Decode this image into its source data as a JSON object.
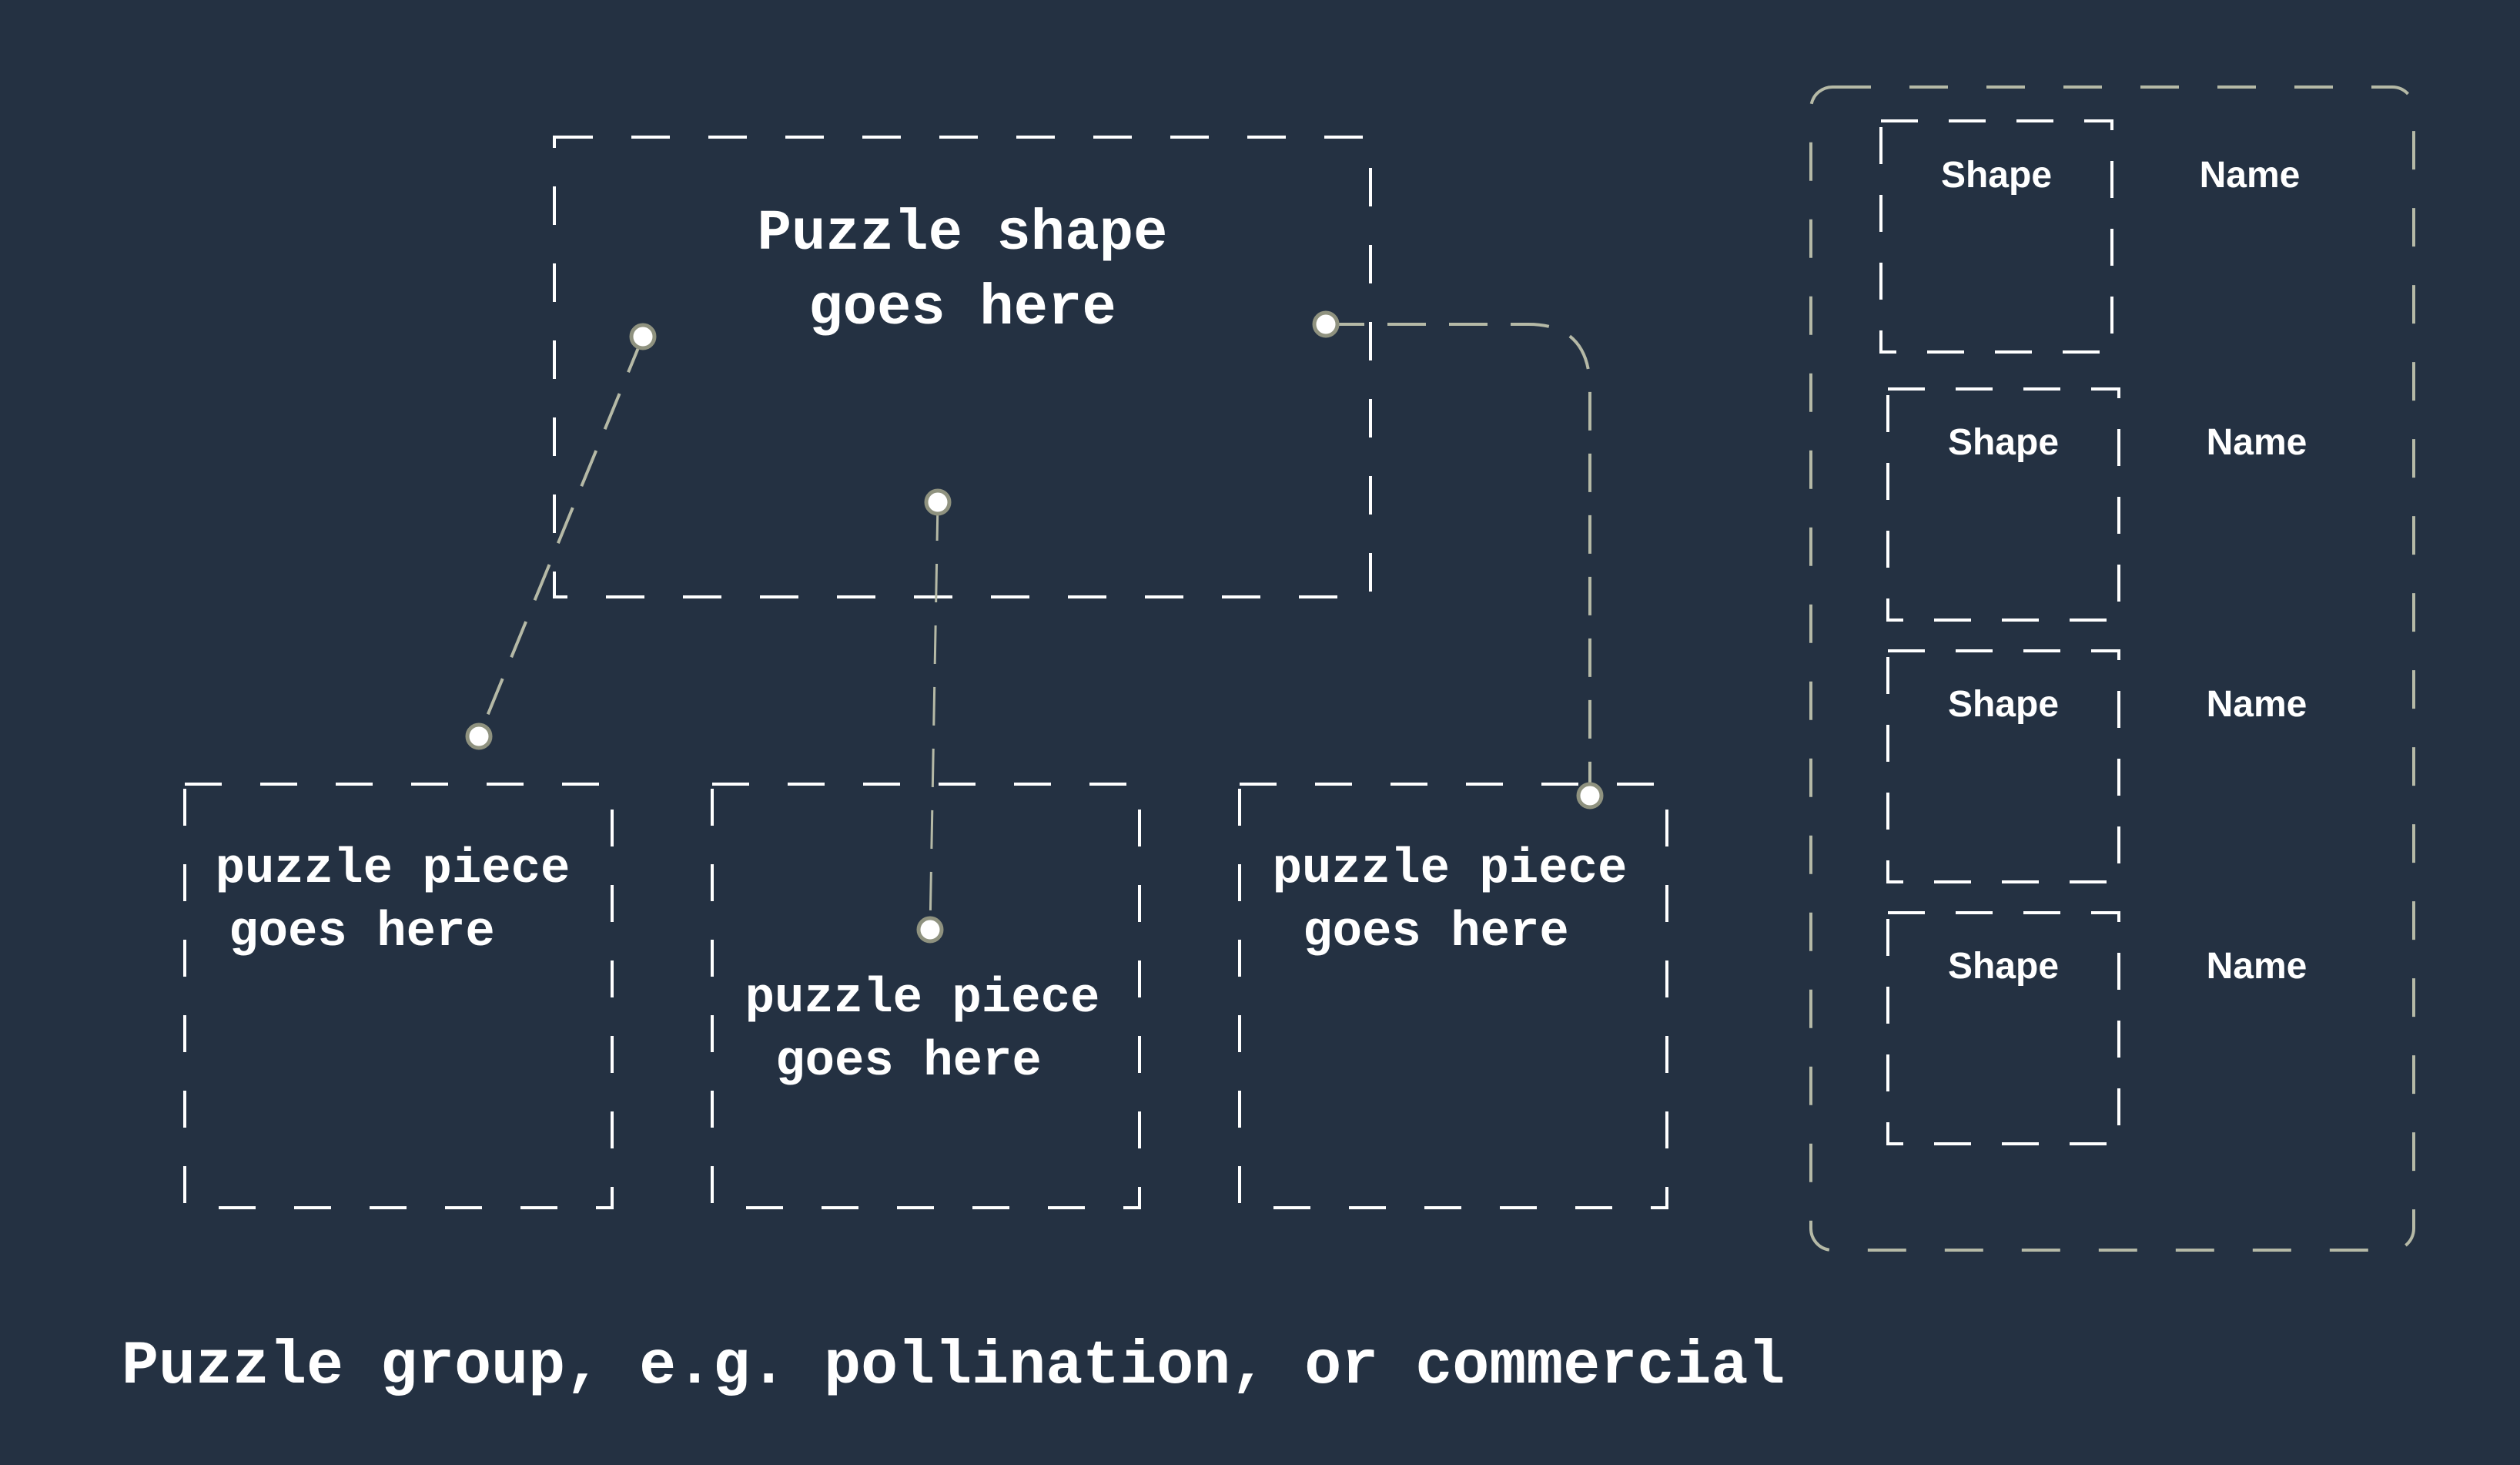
{
  "colors": {
    "background": "#243142",
    "dashed_white": "#ffffff",
    "dashed_gray": "#b5b9a6",
    "text": "#ffffff",
    "node_fill": "#ffffff",
    "node_stroke": "#8f927f"
  },
  "puzzle_shape": {
    "label_line1": "Puzzle shape",
    "label_line2": "goes here"
  },
  "pieces": [
    {
      "line1": "puzzle piece",
      "line2": "goes here"
    },
    {
      "line1": "puzzle piece",
      "line2": "goes here"
    },
    {
      "line1": "puzzle piece",
      "line2": "goes here"
    }
  ],
  "legend": {
    "rows": [
      {
        "shape": "Shape",
        "name": "Name"
      },
      {
        "shape": "Shape",
        "name": "Name"
      },
      {
        "shape": "Shape",
        "name": "Name"
      },
      {
        "shape": "Shape",
        "name": "Name"
      }
    ]
  },
  "footer": {
    "caption": "Puzzle group, e.g. pollination, or commercial"
  }
}
